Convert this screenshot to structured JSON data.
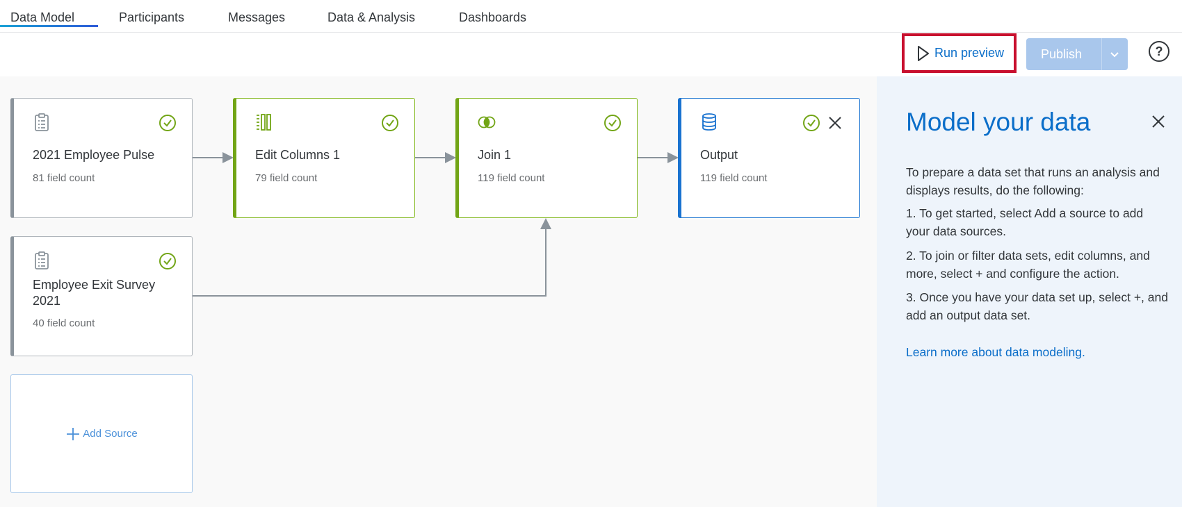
{
  "tabs": [
    {
      "label": "Data Model"
    },
    {
      "label": "Participants"
    },
    {
      "label": "Messages"
    },
    {
      "label": "Data & Analysis"
    },
    {
      "label": "Dashboards"
    }
  ],
  "toolbar": {
    "run_preview_label": "Run preview",
    "publish_label": "Publish",
    "help_glyph": "?"
  },
  "nodes": [
    {
      "title": "2021 Employee Pulse",
      "count": "81 field count",
      "icon": "survey-clipboard-icon",
      "status": "complete"
    },
    {
      "title": "Edit Columns 1",
      "count": "79 field count",
      "icon": "edit-columns-icon",
      "status": "complete"
    },
    {
      "title": "Join 1",
      "count": "119 field count",
      "icon": "join-icon",
      "status": "complete"
    },
    {
      "title": "Output",
      "count": "119 field count",
      "icon": "database-icon",
      "status": "complete"
    },
    {
      "title": "Employee Exit Survey 2021",
      "count": "40 field count",
      "icon": "survey-clipboard-icon",
      "status": "complete"
    }
  ],
  "add_source_label": "Add Source",
  "panel": {
    "title": "Model your data",
    "intro": "To prepare a data set that runs an analysis and displays results, do the following:",
    "steps": [
      "1. To get started, select Add a source to add your data sources.",
      "2. To join or filter data sets, edit columns, and more, select + and configure the action.",
      "3. Once you have your data set up, select +, and add an output data set."
    ],
    "link": "Learn more about data modeling."
  },
  "colors": {
    "accent_blue": "#0b6ec9",
    "status_green": "#72a516",
    "highlight_red": "#c8102e",
    "publish_disabled": "#a9c7ec"
  }
}
